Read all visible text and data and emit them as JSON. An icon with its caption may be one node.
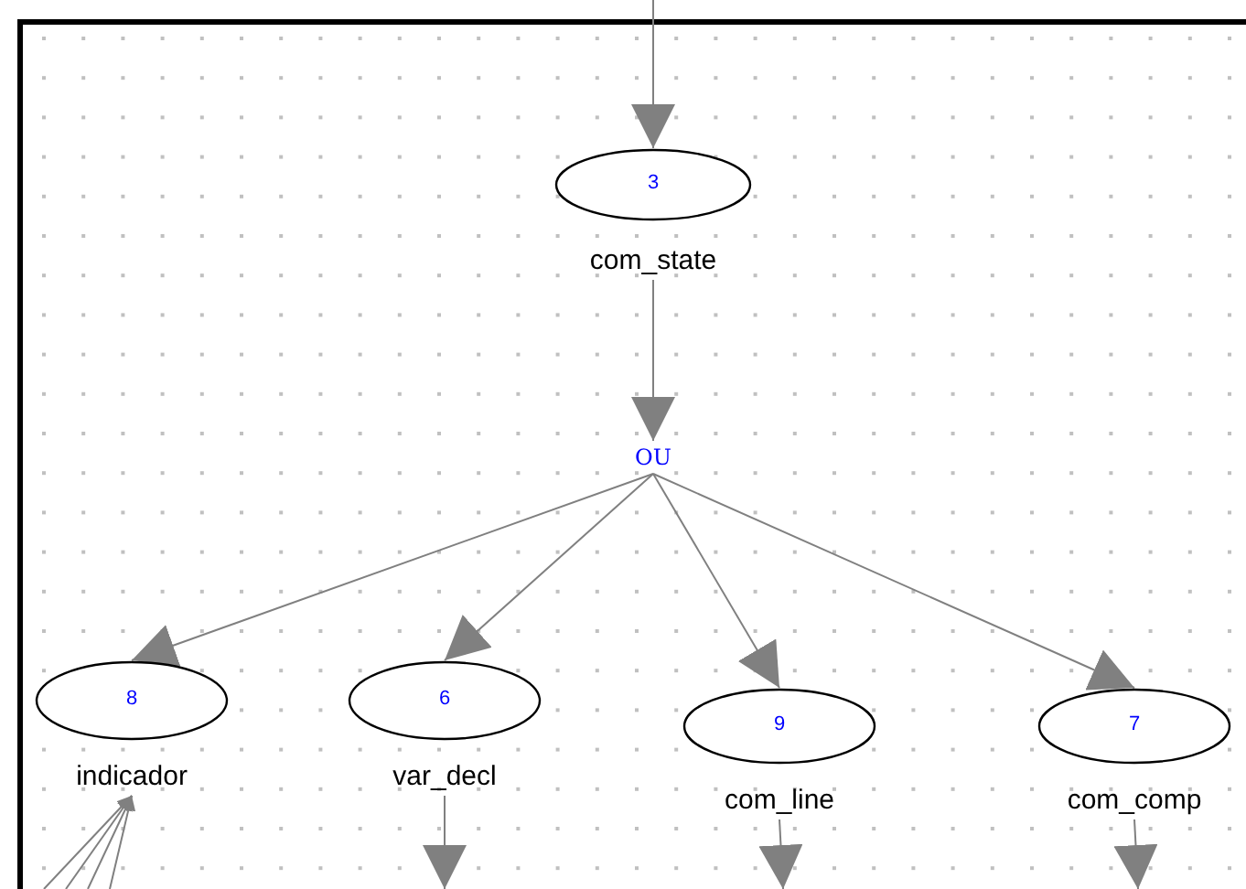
{
  "diagram": {
    "nodes": [
      {
        "text": [
          "3",
          "com_state"
        ]
      },
      {
        "text": [
          "OU"
        ]
      },
      {
        "text": [
          "8",
          "indicador"
        ]
      },
      {
        "text": [
          "6",
          "var_decl"
        ]
      },
      {
        "text": [
          "9",
          "com_line"
        ]
      },
      {
        "text": [
          "7",
          "com_comp"
        ]
      }
    ],
    "edges": [
      {
        "from": null,
        "to": 0,
        "arrow": "to"
      },
      {
        "from": 0,
        "to": 1,
        "arrow": "to"
      },
      {
        "from": 1,
        "to": 2,
        "arrow": "to"
      },
      {
        "from": 1,
        "to": 3,
        "arrow": "to"
      },
      {
        "from": 1,
        "to": 4,
        "arrow": "to"
      },
      {
        "from": 1,
        "to": 5,
        "arrow": "to"
      },
      {
        "from": null,
        "to": 2,
        "arrow": "to"
      },
      {
        "from": null,
        "to": 2,
        "arrow": "to"
      },
      {
        "from": null,
        "to": 2,
        "arrow": "to"
      },
      {
        "from": null,
        "to": 2,
        "arrow": "to"
      },
      {
        "from": 3,
        "to": null,
        "arrow": "to"
      },
      {
        "from": 4,
        "to": null,
        "arrow": "to"
      },
      {
        "from": 5,
        "to": null,
        "arrow": "to"
      }
    ]
  }
}
